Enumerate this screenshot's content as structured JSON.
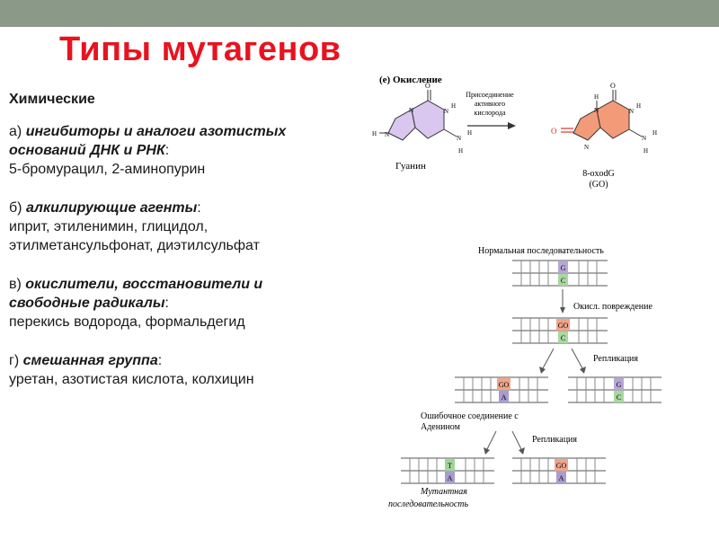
{
  "title": "Типы мутагенов",
  "section_heading": "Химические",
  "groups": [
    {
      "prefix": "а)",
      "name": "ингибиторы и аналоги азотистых оснований ДНК и РНК",
      "colon": ":",
      "examples": "5-бромурацил, 2-аминопурин"
    },
    {
      "prefix": "б)",
      "name": "алкилирующие агенты",
      "colon": ":",
      "examples": "иприт, этиленимин, глицидол, этилметансульфонат, диэтилсульфат"
    },
    {
      "prefix": "в)",
      "name": "окислители, восстановители и свободные радикалы",
      "colon": ":",
      "examples": "перекись водорода, формальдегид"
    },
    {
      "prefix": "г)",
      "name": "смешанная группа",
      "colon": ":",
      "examples": "уретан, азотистая кислота, колхицин"
    }
  ],
  "figure": {
    "panel_label": "(e) Окисление",
    "reaction_label": [
      "Присоединение",
      "активного",
      "кислорода"
    ],
    "left_molecule": "Гуанин",
    "right_molecule": [
      "8-oxodG",
      "(GO)"
    ],
    "normal_sequence": "Нормальная последовательность",
    "oxidative_damage": "Окисл. повреждение",
    "replication_1": "Репликация",
    "mispairing": [
      "Ошибочное соединение с",
      "Аденином"
    ],
    "replication_2": "Репликация",
    "mutant_sequence": [
      "Мутантная",
      "последовательность"
    ],
    "base_labels": {
      "G": "G",
      "C": "C",
      "GO": "GO",
      "A": "A",
      "T": "T"
    },
    "colors": {
      "guanine_fill": "#d9c7ef",
      "oxo_fill": "#f39a78",
      "g_box": "#b9a6d8",
      "c_box": "#a8d8a0",
      "go_box": "#f0a58a",
      "a_box": "#a99bd0",
      "t_box": "#9fd49a",
      "oxygen_red": "#e0302a"
    },
    "atoms": {
      "N": "N",
      "O": "O",
      "H": "H"
    }
  }
}
